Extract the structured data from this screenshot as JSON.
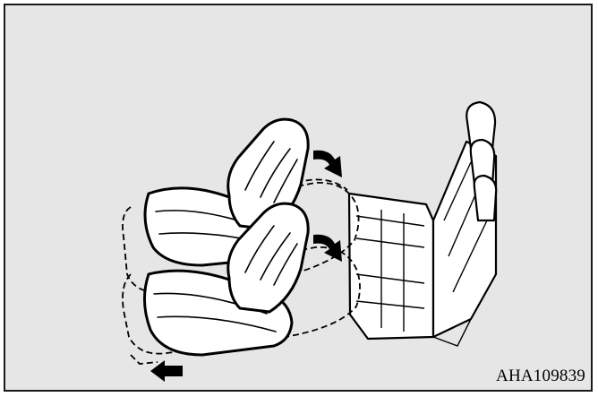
{
  "figure": {
    "code": "AHA109839"
  },
  "colors": {
    "panel_background": "#e6e6e6",
    "line": "#000000",
    "seat_fill": "#ffffff"
  },
  "icons": [
    "seat-slide-forward-arrow",
    "seatback-recline-arrow"
  ]
}
